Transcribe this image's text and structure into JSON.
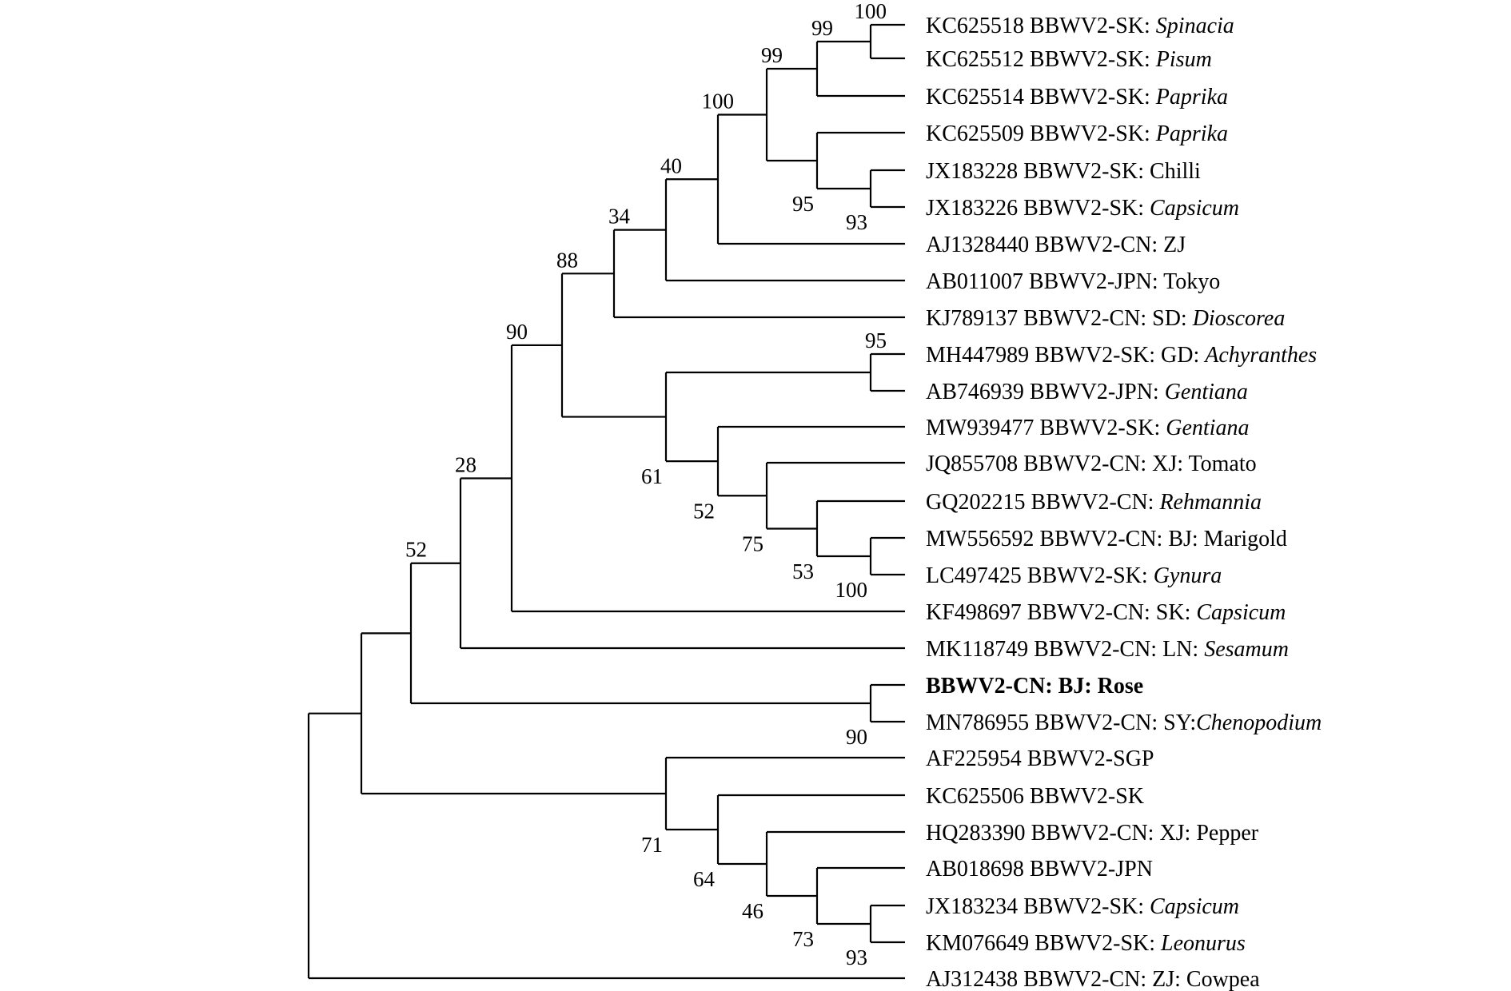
{
  "tree": {
    "nodes": [
      {
        "id": "n1",
        "children": [
          "L1",
          "L2"
        ],
        "support": "100"
      },
      {
        "id": "n2",
        "children": [
          "n1",
          "L3"
        ],
        "support": "99"
      },
      {
        "id": "n3",
        "children": [
          "L5",
          "L6"
        ],
        "support": "93"
      },
      {
        "id": "n4",
        "children": [
          "L4",
          "n3"
        ],
        "support": "95"
      },
      {
        "id": "n5",
        "children": [
          "n2",
          "n4"
        ],
        "support": "99"
      },
      {
        "id": "n6",
        "children": [
          "n5",
          "L7"
        ],
        "support": "100"
      },
      {
        "id": "n7",
        "children": [
          "n6",
          "L8"
        ],
        "support": "40"
      },
      {
        "id": "n8",
        "children": [
          "n7",
          "L9"
        ],
        "support": "34"
      },
      {
        "id": "n9",
        "children": [
          "L10",
          "L11"
        ],
        "support": "95"
      },
      {
        "id": "n10",
        "children": [
          "L15",
          "L16"
        ],
        "support": "100"
      },
      {
        "id": "n11",
        "children": [
          "L14",
          "n10"
        ],
        "support": "53"
      },
      {
        "id": "n12",
        "children": [
          "L13",
          "n11"
        ],
        "support": "75"
      },
      {
        "id": "n13",
        "children": [
          "L12",
          "n12"
        ],
        "support": "52"
      },
      {
        "id": "n14",
        "children": [
          "n9",
          "n13"
        ],
        "support": "61"
      },
      {
        "id": "n15",
        "children": [
          "n8",
          "n14"
        ],
        "support": "88"
      },
      {
        "id": "n16",
        "children": [
          "n15",
          "L17"
        ],
        "support": "90"
      },
      {
        "id": "n17",
        "children": [
          "n16",
          "L18"
        ],
        "support": "28"
      },
      {
        "id": "n18",
        "children": [
          "L19",
          "L20"
        ],
        "support": "90"
      },
      {
        "id": "n19",
        "children": [
          "n17",
          "n18"
        ],
        "support": "52"
      },
      {
        "id": "n20",
        "children": [
          "L25",
          "L26"
        ],
        "support": "93"
      },
      {
        "id": "n21",
        "children": [
          "L24",
          "n20"
        ],
        "support": "73"
      },
      {
        "id": "n22",
        "children": [
          "L23",
          "n21"
        ],
        "support": "46"
      },
      {
        "id": "n23",
        "children": [
          "L22",
          "n22"
        ],
        "support": "64"
      },
      {
        "id": "n24",
        "children": [
          "L21",
          "n23"
        ],
        "support": "71"
      },
      {
        "id": "n25",
        "children": [
          "n19",
          "n24"
        ],
        "support": ""
      },
      {
        "id": "root",
        "children": [
          "n25",
          "L27"
        ],
        "support": ""
      }
    ],
    "leaves": [
      {
        "id": "L1",
        "prefix": "KC625518 BBWV2-SK: ",
        "species": "Spinacia",
        "suffix": ""
      },
      {
        "id": "L2",
        "prefix": "KC625512 BBWV2-SK: ",
        "species": "Pisum",
        "suffix": ""
      },
      {
        "id": "L3",
        "prefix": "KC625514 BBWV2-SK: ",
        "species": "Paprika",
        "suffix": ""
      },
      {
        "id": "L4",
        "prefix": "KC625509 BBWV2-SK: ",
        "species": "Paprika",
        "suffix": ""
      },
      {
        "id": "L5",
        "prefix": "JX183228 BBWV2-SK: Chilli",
        "species": "",
        "suffix": ""
      },
      {
        "id": "L6",
        "prefix": "JX183226 BBWV2-SK: ",
        "species": "Capsicum",
        "suffix": ""
      },
      {
        "id": "L7",
        "prefix": "AJ1328440 BBWV2-CN: ZJ",
        "species": "",
        "suffix": ""
      },
      {
        "id": "L8",
        "prefix": "AB011007 BBWV2-JPN: Tokyo",
        "species": "",
        "suffix": ""
      },
      {
        "id": "L9",
        "prefix": "KJ789137 BBWV2-CN: SD: ",
        "species": "Dioscorea",
        "suffix": ""
      },
      {
        "id": "L10",
        "prefix": "MH447989 BBWV2-SK: GD: ",
        "species": "Achyranthes",
        "suffix": ""
      },
      {
        "id": "L11",
        "prefix": "AB746939 BBWV2-JPN: ",
        "species": "Gentiana",
        "suffix": ""
      },
      {
        "id": "L12",
        "prefix": "MW939477 BBWV2-SK: ",
        "species": "Gentiana",
        "suffix": ""
      },
      {
        "id": "L13",
        "prefix": "JQ855708 BBWV2-CN: XJ: Tomato",
        "species": "",
        "suffix": ""
      },
      {
        "id": "L14",
        "prefix": "GQ202215 BBWV2-CN: ",
        "species": "Rehmannia",
        "suffix": ""
      },
      {
        "id": "L15",
        "prefix": "MW556592 BBWV2-CN: BJ: Marigold",
        "species": "",
        "suffix": ""
      },
      {
        "id": "L16",
        "prefix": "LC497425 BBWV2-SK: ",
        "species": "Gynura",
        "suffix": ""
      },
      {
        "id": "L17",
        "prefix": "KF498697 BBWV2-CN: SK: ",
        "species": "Capsicum",
        "suffix": ""
      },
      {
        "id": "L18",
        "prefix": "MK118749 BBWV2-CN: LN: ",
        "species": "Sesamum",
        "suffix": ""
      },
      {
        "id": "L19",
        "prefix": "BBWV2-CN: BJ: Rose",
        "species": "",
        "suffix": "",
        "bold": true
      },
      {
        "id": "L20",
        "prefix": "MN786955 BBWV2-CN: SY:",
        "species": "Chenopodium",
        "suffix": ""
      },
      {
        "id": "L21",
        "prefix": "AF225954 BBWV2-SGP",
        "species": "",
        "suffix": ""
      },
      {
        "id": "L22",
        "prefix": "KC625506 BBWV2-SK",
        "species": "",
        "suffix": ""
      },
      {
        "id": "L23",
        "prefix": "HQ283390 BBWV2-CN: XJ: Pepper",
        "species": "",
        "suffix": ""
      },
      {
        "id": "L24",
        "prefix": "AB018698 BBWV2-JPN",
        "species": "",
        "suffix": ""
      },
      {
        "id": "L25",
        "prefix": "JX183234 BBWV2-SK: ",
        "species": "Capsicum",
        "suffix": ""
      },
      {
        "id": "L26",
        "prefix": "KM076649 BBWV2-SK: ",
        "species": "Leonurus",
        "suffix": ""
      },
      {
        "id": "L27",
        "prefix": "AJ312438 BBWV2-CN: ZJ: Cowpea",
        "species": "",
        "suffix": ""
      }
    ]
  }
}
